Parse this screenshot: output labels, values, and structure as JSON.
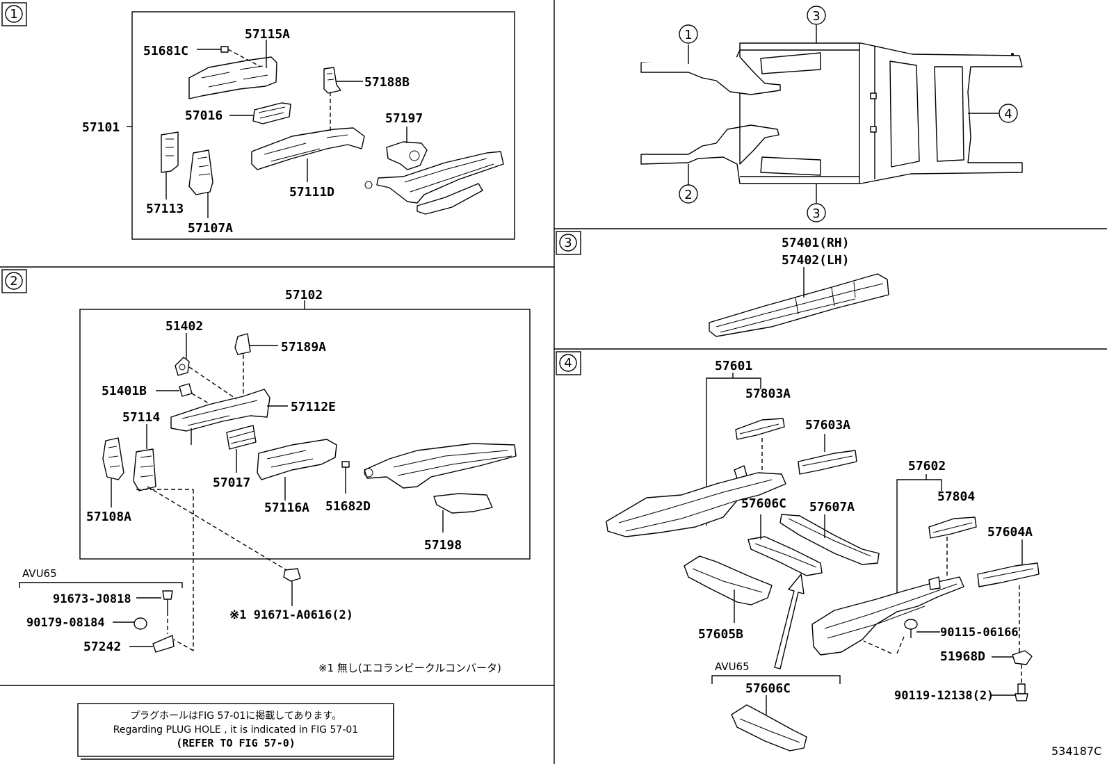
{
  "diagram_id": "534187C",
  "sections": {
    "s1": {
      "marker": "1",
      "parts": {
        "p57115A": "57115A",
        "p51681C": "51681C",
        "p57188B": "57188B",
        "p57016": "57016",
        "p57101": "57101",
        "p57197": "57197",
        "p57113": "57113",
        "p57111D": "57111D",
        "p57107A": "57107A"
      }
    },
    "s2": {
      "marker": "2",
      "parts": {
        "p57102": "57102",
        "p51402": "51402",
        "p57189A": "57189A",
        "p51401B": "51401B",
        "p57112E": "57112E",
        "p57114": "57114",
        "p57017": "57017",
        "p57116A": "57116A",
        "p51682D": "51682D",
        "p57108A": "57108A",
        "p57198": "57198",
        "p91673": "91673-J0818",
        "p90179": "90179-08184",
        "p57242": "57242",
        "p91671": "※1 91671-A0616(2)"
      },
      "variant_label": "AVU65",
      "footnote": "※1 無し(エコランビークルコンバータ)"
    },
    "s3": {
      "marker": "3",
      "parts": {
        "p57401": "57401(RH)",
        "p57402": "57402(LH)"
      }
    },
    "s4": {
      "marker": "4",
      "parts": {
        "p57601": "57601",
        "p57803A": "57803A",
        "p57603A": "57603A",
        "p57602": "57602",
        "p57804": "57804",
        "p57606C": "57606C",
        "p57607A": "57607A",
        "p57604A": "57604A",
        "p57605B": "57605B",
        "p90115": "90115-06166",
        "p51968D": "51968D",
        "p90119": "90119-12138(2)",
        "p57606C_b": "57606C"
      },
      "variant_label": "AVU65"
    },
    "overview": {
      "markers": {
        "m1": "1",
        "m2": "2",
        "m3a": "3",
        "m3b": "3",
        "m4": "4"
      }
    }
  },
  "note": {
    "line1": "プラグホールはFIG 57-01に掲載してあります。",
    "line2": "Regarding  PLUG  HOLE , it is indicated in  FIG  57-01",
    "line3": "(REFER TO FIG 57-0)"
  }
}
